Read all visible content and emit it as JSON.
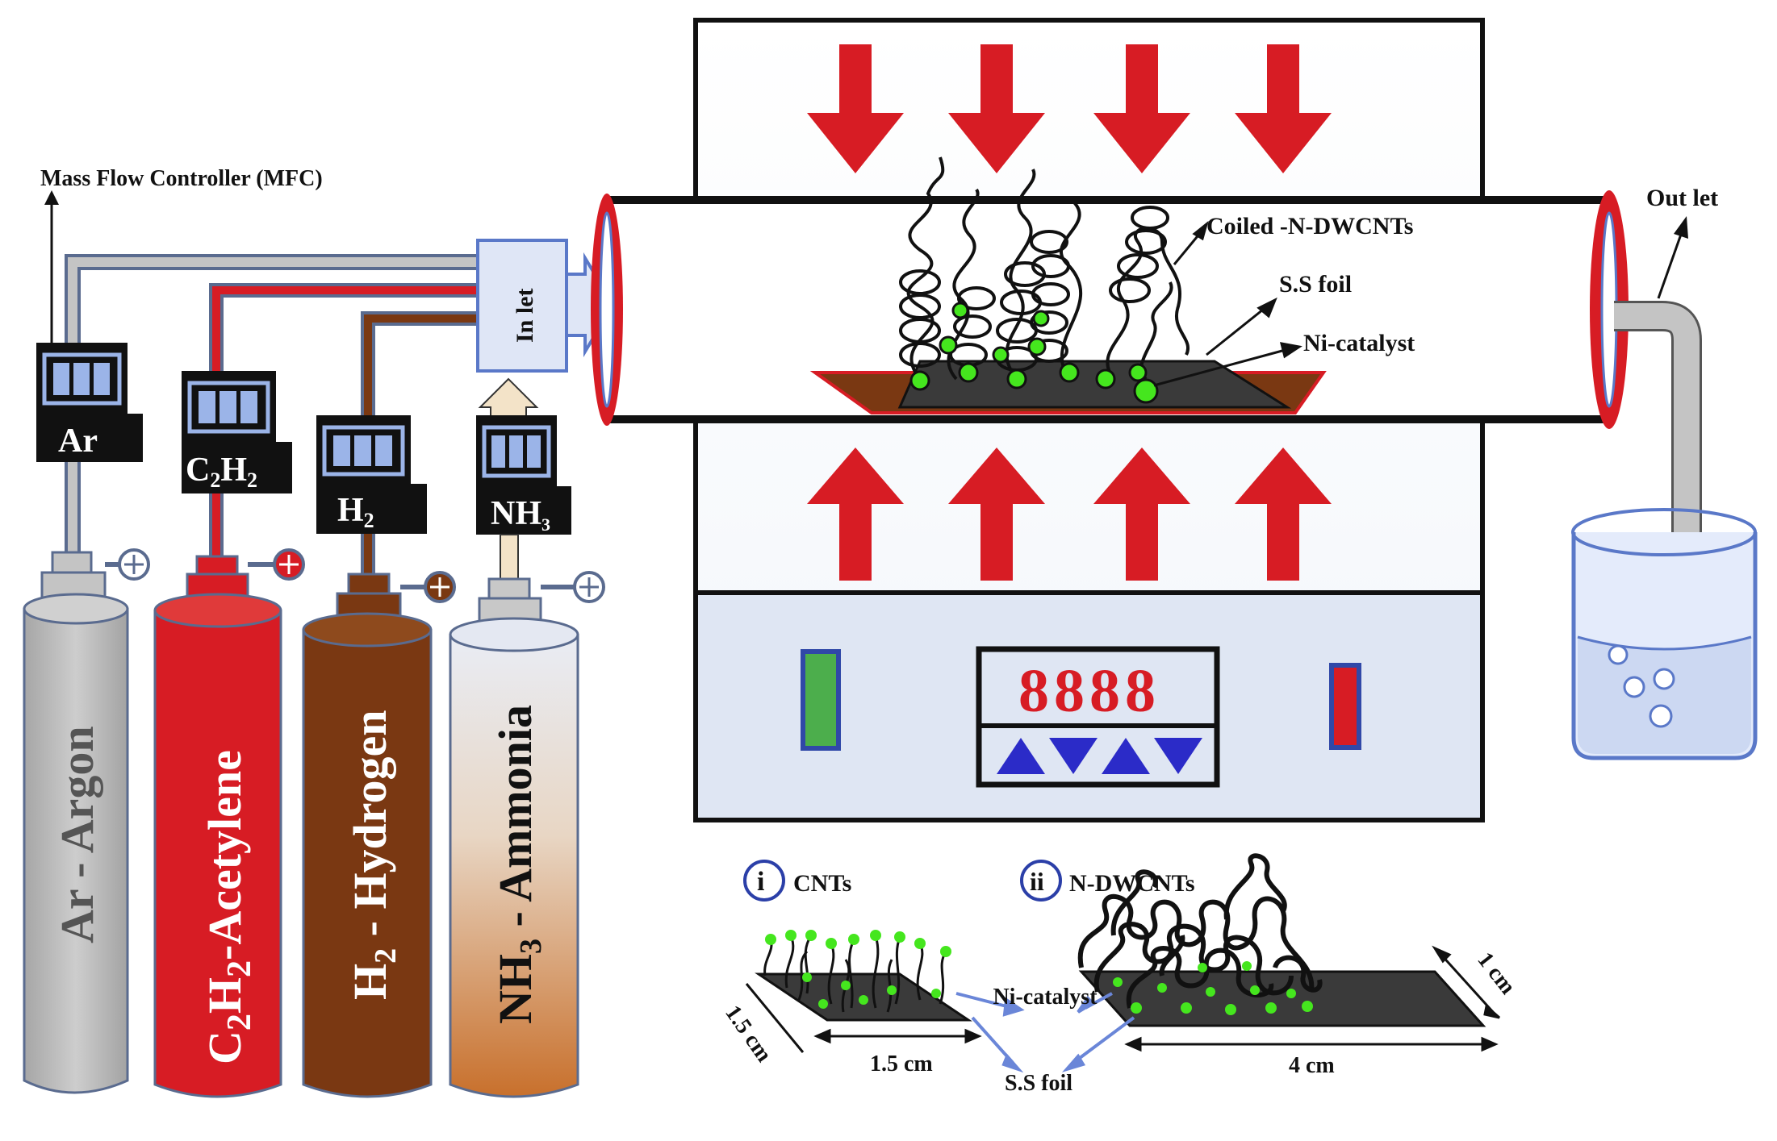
{
  "mfc_label": "Mass Flow Controller (MFC)",
  "inlet_label": "In let",
  "outlet_label": "Out let",
  "tube_labels": {
    "coiled": "Coiled -N-DWCNTs",
    "foil": "S.S foil",
    "catalyst": "Ni-catalyst"
  },
  "cylinders": [
    {
      "meter_label": "Ar",
      "name": "Ar - Argon",
      "color": "#b9b9b9"
    },
    {
      "meter_label": "C2H2",
      "name": "C2H2-Acetylene",
      "color": "#d71c24"
    },
    {
      "meter_label": "H2",
      "name": "H2 - Hydrogen",
      "color": "#7a3812"
    },
    {
      "meter_label": "NH3",
      "name": "NH3 - Ammonia",
      "color": "#c8702c"
    }
  ],
  "controller_display": "8888",
  "panels": {
    "i_marker": "i",
    "i_title": "CNTs",
    "ii_marker": "ii",
    "ii_title": "N-DWCNTs",
    "dim_1_5_left": "1.5 cm",
    "dim_1_5_bottom": "1.5 cm",
    "dim_4": "4 cm",
    "dim_1": "1 cm",
    "ni_catalyst": "Ni-catalyst",
    "ss_foil": "S.S foil"
  },
  "colors": {
    "heat_arrow": "#d71c24",
    "panel_blue": "#2b3fa8",
    "catalyst_green": "#45e61e",
    "controller_bg": "#dfe6f3"
  }
}
